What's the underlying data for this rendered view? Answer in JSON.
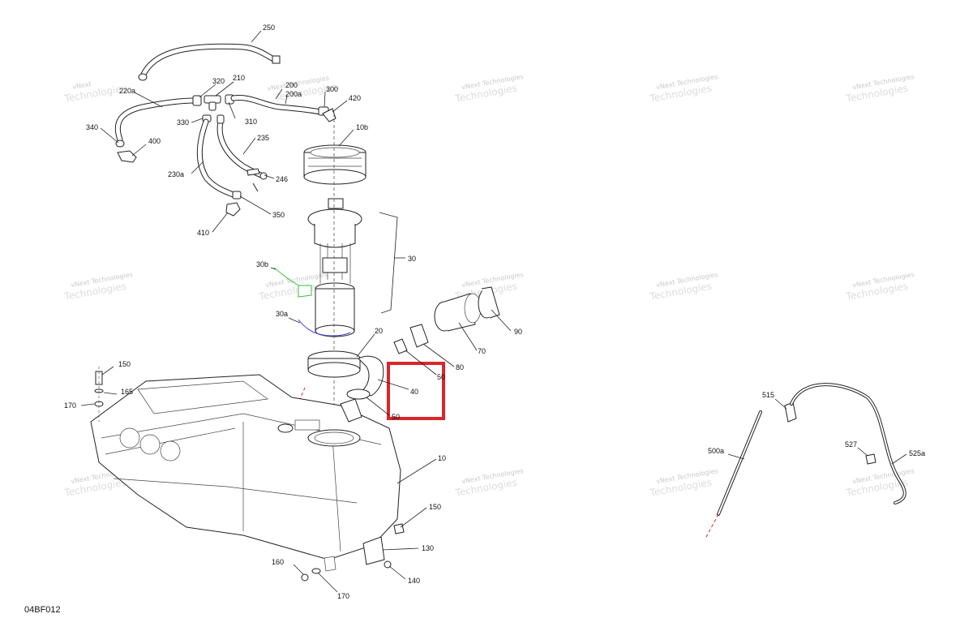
{
  "diagram_ref": "04BF012",
  "watermark": {
    "line1": "vNext",
    "line2": "Technologies",
    "line3": "vNext Technologies"
  },
  "highlight_color": "#d9262c",
  "accent_green": "#35c23a",
  "accent_blue": "#3f3fd6",
  "labels": {
    "p250": "250",
    "p320": "320",
    "p210": "210",
    "p220a": "220a",
    "p200": "200",
    "p200a": "200a",
    "p300": "300",
    "p420": "420",
    "p340": "340",
    "p330": "330",
    "p310": "310",
    "p400": "400",
    "p10b": "10b",
    "p235": "235",
    "p230a": "230a",
    "p246": "246",
    "p350": "350",
    "p410": "410",
    "p30": "30",
    "p30b": "30b",
    "p30a": "30a",
    "p90": "90",
    "p20": "20",
    "p70": "70",
    "p80": "80",
    "p50a": "50",
    "p40": "40",
    "p50b": "50",
    "p150a": "150",
    "p165": "165",
    "p170a": "170",
    "p10": "10",
    "p150b": "150",
    "p130": "130",
    "p160": "160",
    "p140": "140",
    "p170b": "170",
    "p515": "515",
    "p500a": "500a",
    "p527": "527",
    "p525a": "525a"
  }
}
